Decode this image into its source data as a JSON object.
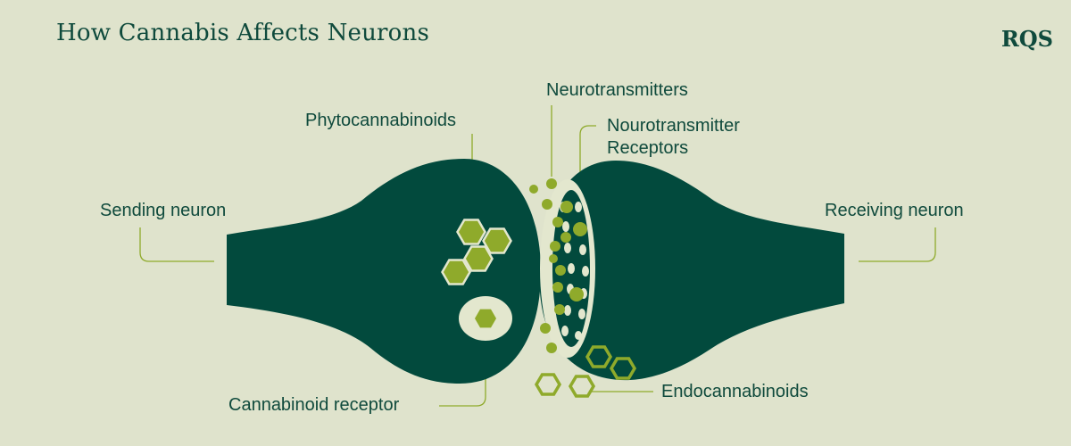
{
  "title": "How Cannabis Affects Neurons",
  "logo": "RQS",
  "labels": {
    "sending_neuron": "Sending neuron",
    "receiving_neuron": "Receiving neuron",
    "phytocannabinoids": "Phytocannabinoids",
    "neurotransmitters": "Neurotransmitters",
    "neurotransmitter_receptors_line1": "Nourotransmitter",
    "neurotransmitter_receptors_line2": "Receptors",
    "cannabinoid_receptor": "Cannabinoid receptor",
    "endocannabinoids": "Endocannabinoids"
  },
  "colors": {
    "background": "#dfe3cc",
    "neuron": "#024a3d",
    "accent": "#8faa2b",
    "cream": "#e3e7ce",
    "text": "#0f4a3c"
  }
}
